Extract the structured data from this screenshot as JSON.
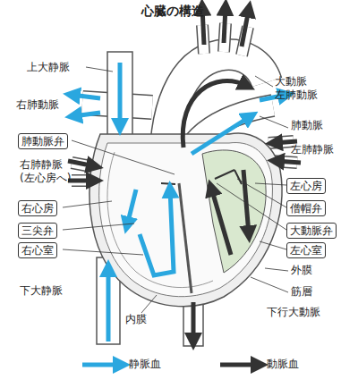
{
  "diagram": {
    "title": "心臓の構造",
    "nodes": [
      {
        "text": [
          "肺動脈弁"
        ]
      },
      {
        "text": [
          "右心房"
        ]
      },
      {
        "text": [
          "三尖弁"
        ]
      },
      {
        "text": [
          "右心室"
        ]
      },
      {
        "text": [
          "左心房"
        ]
      },
      {
        "text": [
          "僧帽弁"
        ]
      },
      {
        "text": [
          "大動脈弁"
        ]
      },
      {
        "text": [
          "左心室"
        ]
      }
    ],
    "labels": [
      "上大静脈",
      "右肺動脈",
      "右肺静脈 (左心房へ)",
      "大動脈",
      "左肺動脈",
      "肺動脈",
      "左肺静脈",
      "外膜",
      "筋層",
      "下行大動脈",
      "内膜",
      "下大静脈"
    ],
    "legend": [
      {
        "text": "静脈血"
      },
      {
        "text": "動脈血"
      }
    ]
  }
}
